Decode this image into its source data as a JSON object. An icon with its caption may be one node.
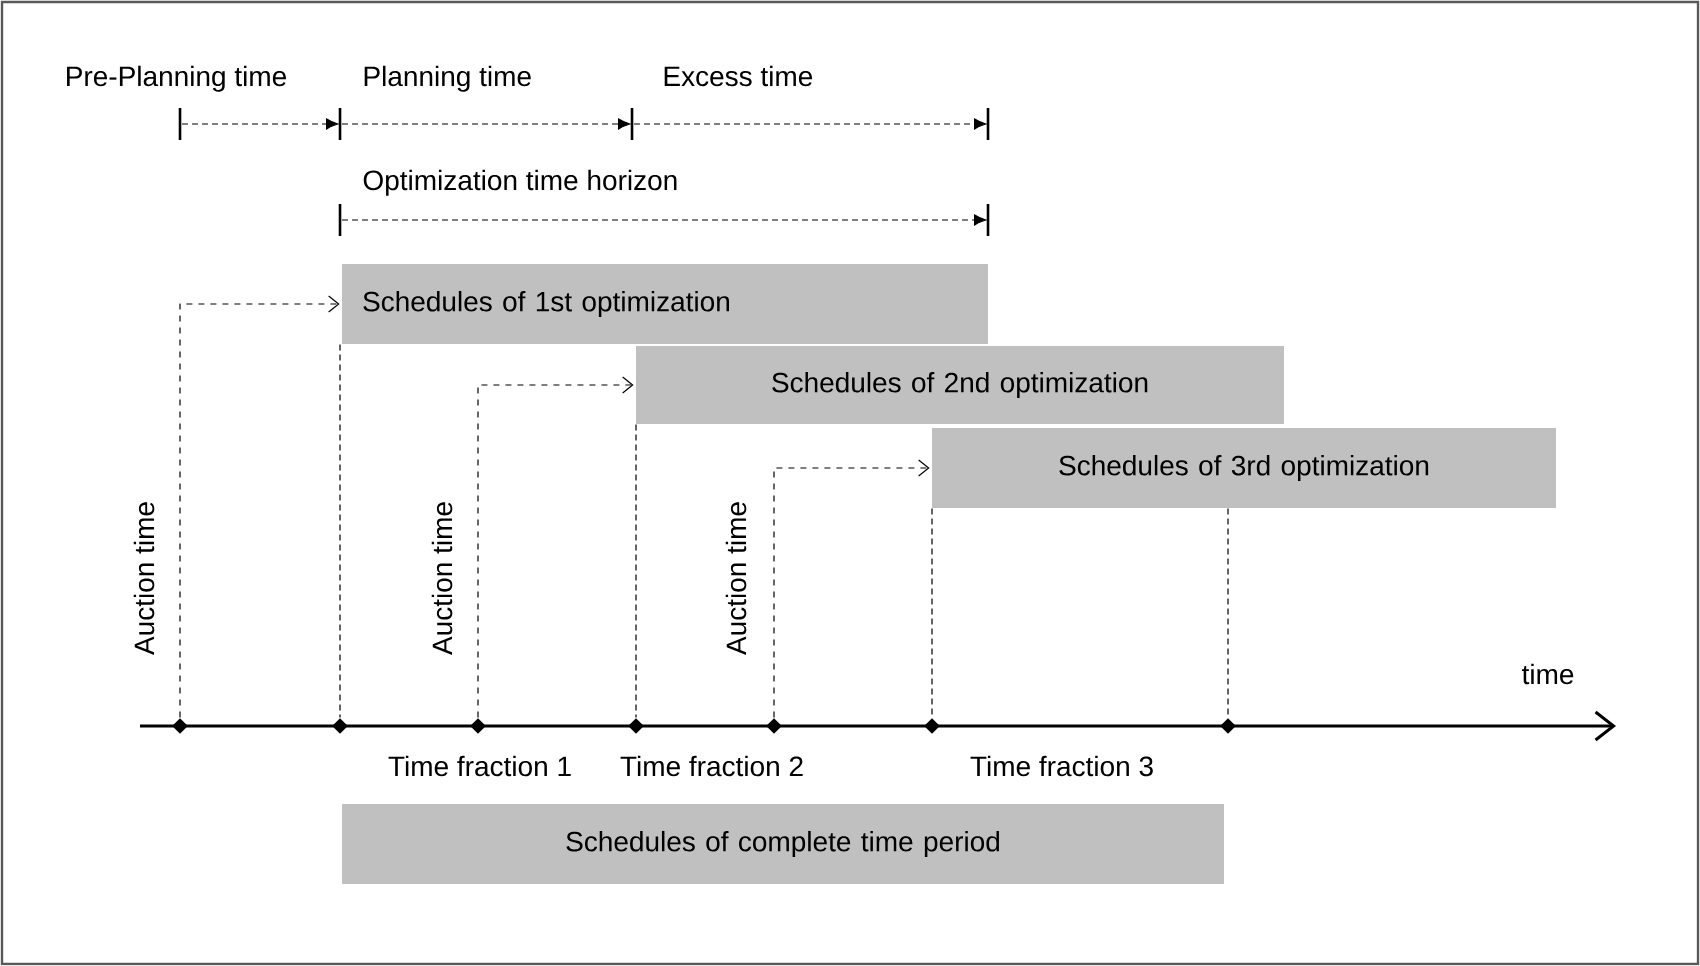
{
  "diagram": {
    "nodes": [
      {
        "text": [
          "Schedules of 1st optimization"
        ]
      },
      {
        "text": [
          "Schedules of 2nd optimization"
        ]
      },
      {
        "text": [
          "Schedules of 3rd optimization"
        ]
      },
      {
        "text": [
          "Schedules of complete time period"
        ]
      },
      {
        "text": [],
        "shape": "diamond"
      },
      {
        "text": [],
        "shape": "diamond"
      },
      {
        "text": [],
        "shape": "diamond"
      },
      {
        "text": [],
        "shape": "diamond"
      },
      {
        "text": [],
        "shape": "diamond"
      },
      {
        "text": [],
        "shape": "diamond"
      },
      {
        "text": [],
        "shape": "diamond"
      }
    ],
    "edges": [
      {
        "from": 4,
        "to": 0,
        "arrow": "to"
      },
      {
        "from": 6,
        "to": 1,
        "arrow": "to"
      },
      {
        "from": 8,
        "to": 2,
        "arrow": "to"
      },
      {
        "from": 0,
        "to": 5,
        "arrow": "none"
      },
      {
        "from": 1,
        "to": 7,
        "arrow": "none"
      },
      {
        "from": 2,
        "to": 9,
        "arrow": "none"
      },
      {
        "from": 2,
        "to": 10,
        "arrow": "none"
      }
    ],
    "labels": [
      "Pre-Planning time",
      "Planning time",
      "Excess time",
      "Optimization time horizon",
      "Auction time",
      "Auction time",
      "Auction time",
      "time",
      "Time fraction 1",
      "Time fraction 2",
      "Time fraction 3"
    ]
  }
}
